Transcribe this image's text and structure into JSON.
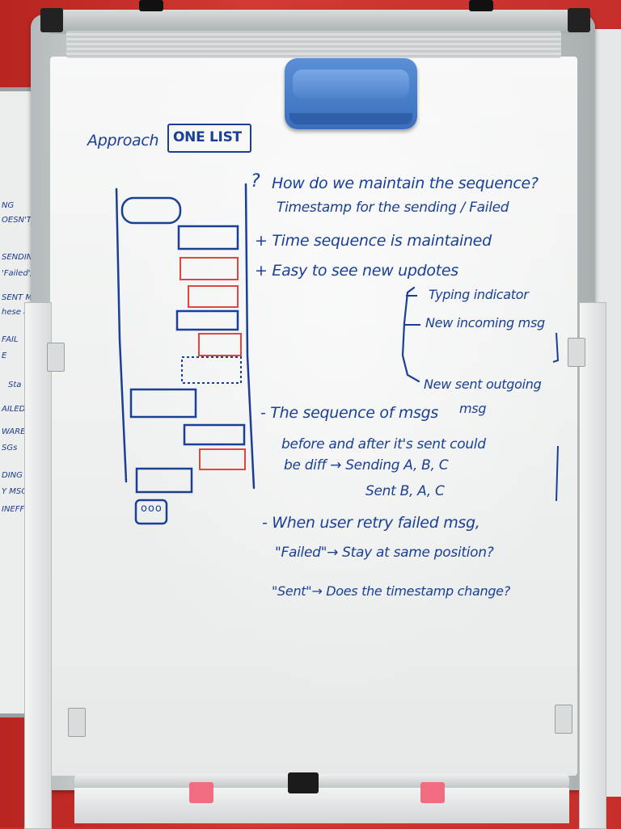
{
  "board": {
    "heading": "Approach",
    "heading_box": "ONE LIST",
    "question_mark": "?",
    "q1": "How do we maintain the sequence?",
    "q1_answer": "Timestamp for the sending / Failed",
    "plus1": "+ Time sequence is maintained",
    "plus2": "+ Easy to see new updotes",
    "sub1": "Typing indicator",
    "sub2": "New incoming msg",
    "sub3": "New sent outgoing",
    "sub3b": "msg",
    "minus1_a": "- The sequence of msgs",
    "minus1_b": "before and after it's sent could",
    "minus1_c": "be diff → Sending A, B, C",
    "minus1_d": "Sent B, A, C",
    "minus2_a": "- When user retry failed msg,",
    "minus2_b": "\"Failed\"→ Stay at same position?",
    "minus2_c": "\"Sent\"→ Does the timestamp change?",
    "typing_dots": "ooo"
  },
  "left_board_fragments": [
    "NG",
    "OESN'T",
    "SENDING",
    "'Failed')",
    "SENT MSG",
    "hese a",
    "FAIL",
    "E",
    "Sta",
    "AILED",
    "WARE",
    "SGs",
    "DING A",
    "Y MSGs",
    "INEFFIC"
  ],
  "colors": {
    "ink_blue": "#1a3f95",
    "ink_red": "#e0463f",
    "wall_red": "#c9302c",
    "eraser_blue": "#3b6fbd"
  }
}
